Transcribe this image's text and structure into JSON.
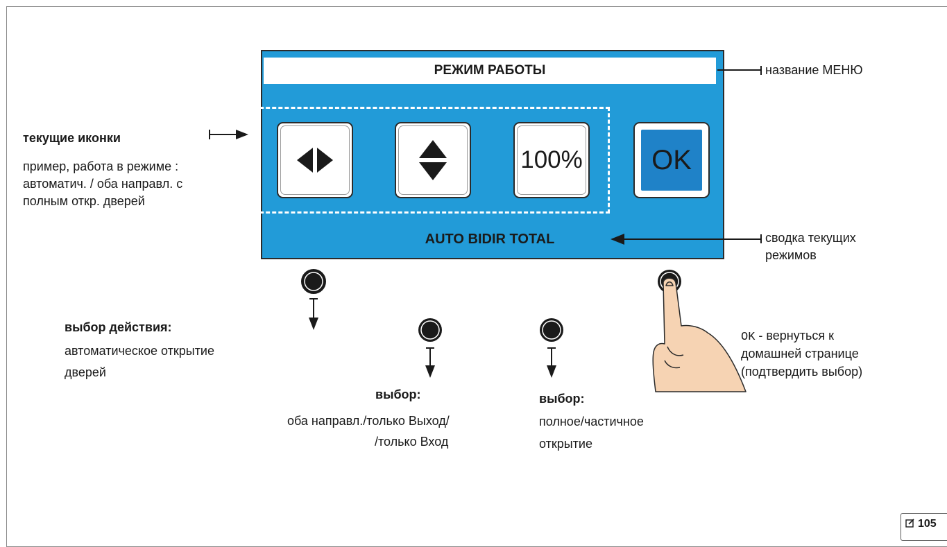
{
  "panel": {
    "title": "РЕЖИМ РАБОТЫ",
    "summary": "AUTO BIDIR TOTAL",
    "keys": [
      {
        "icon": "left-right-arrows-icon"
      },
      {
        "icon": "up-down-arrows-icon"
      },
      {
        "label": "100%"
      },
      {
        "label": "OK"
      }
    ],
    "colors": {
      "panel_bg": "#229bd8",
      "ok_fill": "#1f82c8"
    }
  },
  "callouts": {
    "menu_name": "название МЕНЮ",
    "summary_line1": "сводка текущих",
    "summary_line2": "режимов",
    "current_icons_title": "текущие иконки",
    "current_icons_desc": [
      "пример, работа в режиме :",
      "автоматич. / оба направл. с",
      "полным откр. дверей"
    ],
    "action_title": "выбор действия:",
    "action_desc": [
      "автоматическое открытие",
      "дверей"
    ],
    "direction_title": "выбор:",
    "direction_desc": [
      "оба направл./только Выход/",
      "/только Вход"
    ],
    "opening_title": "выбор:",
    "opening_desc": [
      "полное/частичное",
      "открытие"
    ],
    "ok_code": "OK",
    "ok_desc_line1": " - вернуться к",
    "ok_desc_line2": "домашней странице",
    "ok_desc_line3": "(подтвердить выбор)"
  },
  "page": {
    "number": "105"
  }
}
